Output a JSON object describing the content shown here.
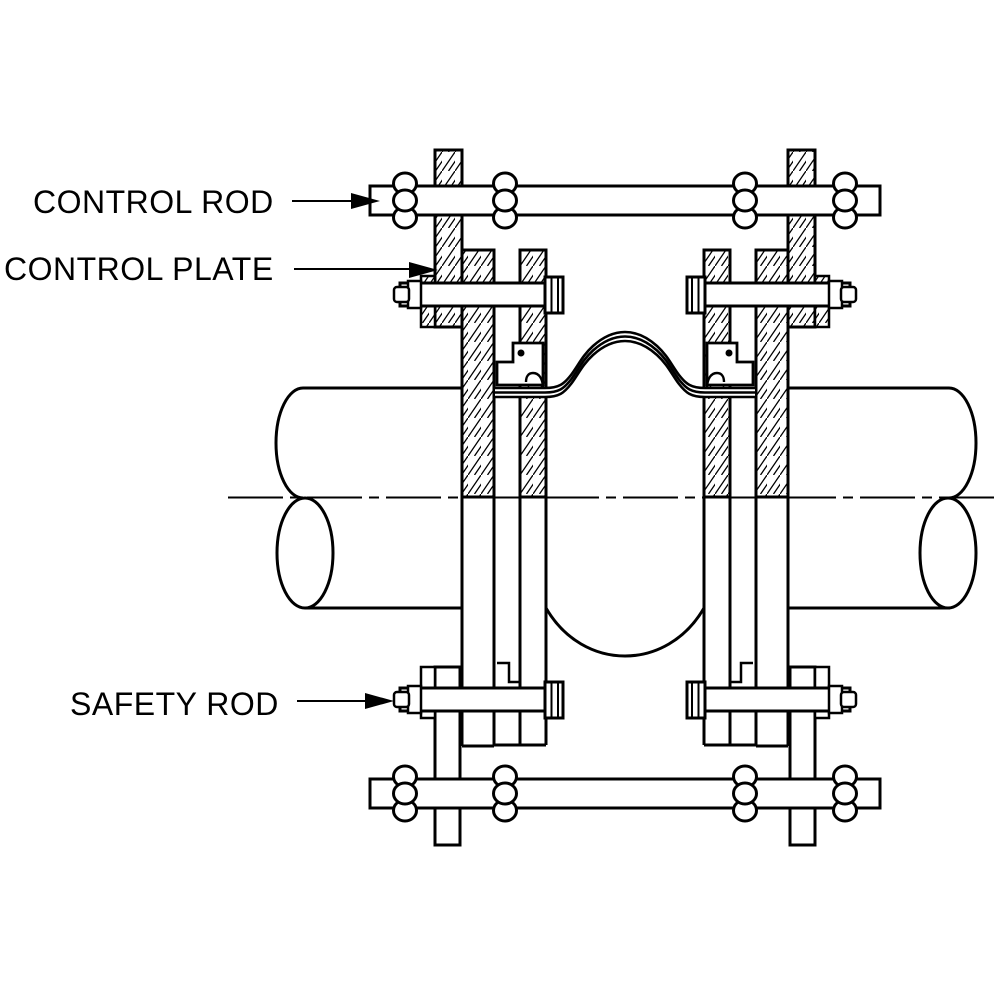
{
  "diagram": {
    "labels": {
      "control_rod": "CONTROL ROD",
      "control_plate": "CONTROL PLATE",
      "safety_rod": "SAFETY ROD"
    },
    "colors": {
      "line": "#000000",
      "background": "#ffffff"
    }
  }
}
